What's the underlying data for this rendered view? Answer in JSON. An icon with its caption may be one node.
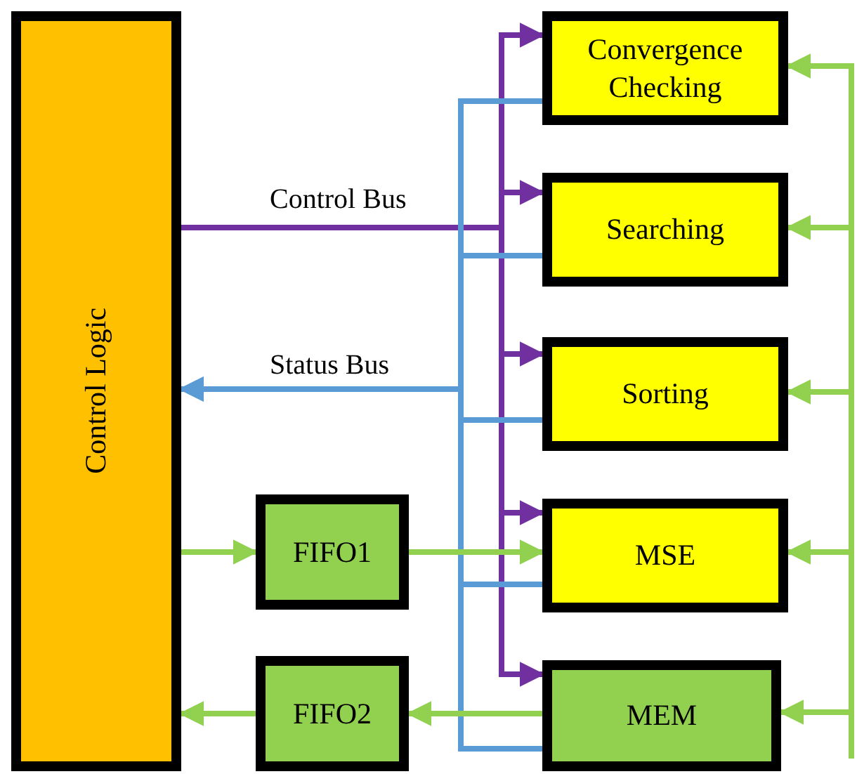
{
  "diagram": {
    "nodes": [
      {
        "text": [
          "Control Logic"
        ]
      },
      {
        "text": [
          "Convergence Checking"
        ]
      },
      {
        "text": [
          "Searching"
        ]
      },
      {
        "text": [
          "Sorting"
        ]
      },
      {
        "text": [
          "MSE"
        ]
      },
      {
        "text": [
          "MEM"
        ]
      },
      {
        "text": [
          "FIFO1"
        ]
      },
      {
        "text": [
          "FIFO2"
        ]
      }
    ],
    "edges": [
      {
        "from": 0,
        "to": 1,
        "arrow": "to",
        "label": "Control Bus",
        "color": "#7030a0"
      },
      {
        "from": 0,
        "to": 2,
        "arrow": "to",
        "color": "#7030a0"
      },
      {
        "from": 0,
        "to": 3,
        "arrow": "to",
        "color": "#7030a0"
      },
      {
        "from": 0,
        "to": 4,
        "arrow": "to",
        "color": "#7030a0"
      },
      {
        "from": 0,
        "to": 5,
        "arrow": "to",
        "color": "#7030a0"
      },
      {
        "from": 1,
        "to": 0,
        "arrow": "to",
        "label": "Status Bus",
        "color": "#5b9bd5"
      },
      {
        "from": 2,
        "to": 0,
        "arrow": "to",
        "color": "#5b9bd5"
      },
      {
        "from": 3,
        "to": 0,
        "arrow": "to",
        "color": "#5b9bd5"
      },
      {
        "from": 4,
        "to": 0,
        "arrow": "to",
        "color": "#5b9bd5"
      },
      {
        "from": 5,
        "to": 0,
        "arrow": "to",
        "color": "#5b9bd5"
      },
      {
        "from": 0,
        "to": 6,
        "arrow": "to"
      },
      {
        "from": 6,
        "to": 4,
        "arrow": "to"
      },
      {
        "from": 5,
        "to": 7,
        "arrow": "to"
      },
      {
        "from": 7,
        "to": 0,
        "arrow": "to"
      },
      {
        "from": null,
        "to": 1,
        "arrow": "to"
      },
      {
        "from": null,
        "to": 2,
        "arrow": "to"
      },
      {
        "from": null,
        "to": 3,
        "arrow": "to"
      },
      {
        "from": null,
        "to": 4,
        "arrow": "to"
      },
      {
        "from": null,
        "to": 5,
        "arrow": "to"
      }
    ]
  }
}
